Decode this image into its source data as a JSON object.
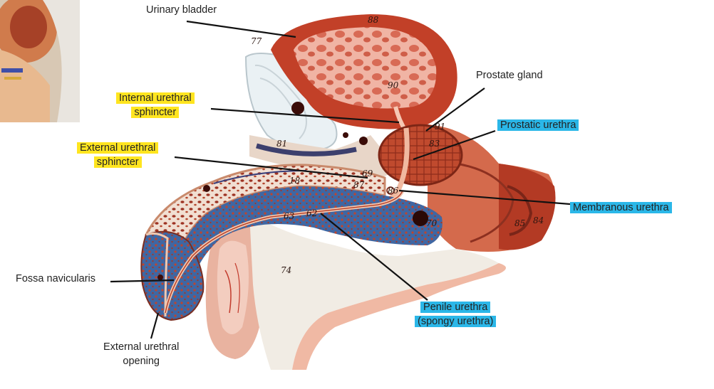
{
  "labels": {
    "urinary_bladder": "Urinary bladder",
    "prostate_gland": "Prostate gland",
    "internal_sphincter": [
      "Internal urethral",
      "sphincter"
    ],
    "prostatic_urethra": "Prostatic urethra",
    "external_sphincter": [
      "External urethral",
      "sphincter"
    ],
    "membranous_urethra": "Membranous urethra",
    "fossa_navicularis": "Fossa navicularis",
    "external_opening": [
      "External urethral",
      "opening"
    ],
    "penile_urethra": [
      "Penile urethra",
      "(spongy urethra)"
    ]
  },
  "model_numbers": [
    "77",
    "88",
    "90",
    "91",
    "81",
    "83",
    "69",
    "86",
    "18",
    "87",
    "63",
    "62",
    "70",
    "74",
    "85",
    "84"
  ],
  "colors": {
    "yellow_highlight": "#ffe51f",
    "blue_highlight": "#2bb7e8",
    "muscle": "#b83a22",
    "spongy_tissue": "#3a5f9a",
    "bone": "#f2efe6"
  }
}
